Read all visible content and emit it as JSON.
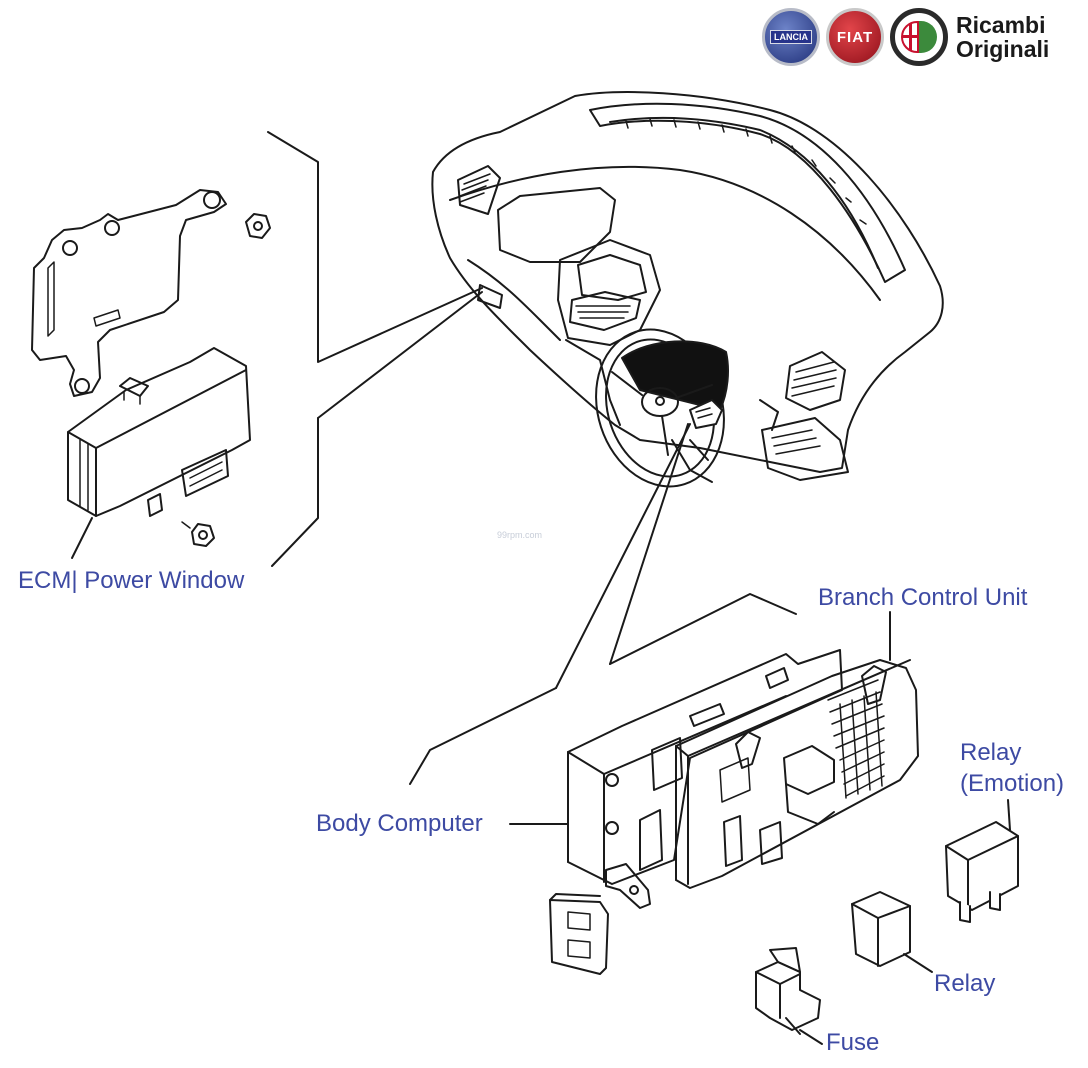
{
  "brand": {
    "lancia_badge_text": "LANCIA",
    "fiat_badge_text": "FIAT",
    "alfa_badge_icon": "alfa-romeo-cross-serpent",
    "line1": "Ricambi",
    "line2": "Originali"
  },
  "watermark": "99rpm.com",
  "labels": {
    "ecm_power_window": "ECM| Power Window",
    "branch_control_unit": "Branch Control Unit",
    "relay_emotion_line1": "Relay",
    "relay_emotion_line2": "(Emotion)",
    "body_computer": "Body Computer",
    "relay": "Relay",
    "fuse": "Fuse"
  },
  "colors": {
    "label_text": "#3d4aa3",
    "line_art": "#1a1a1a",
    "background": "#ffffff"
  }
}
